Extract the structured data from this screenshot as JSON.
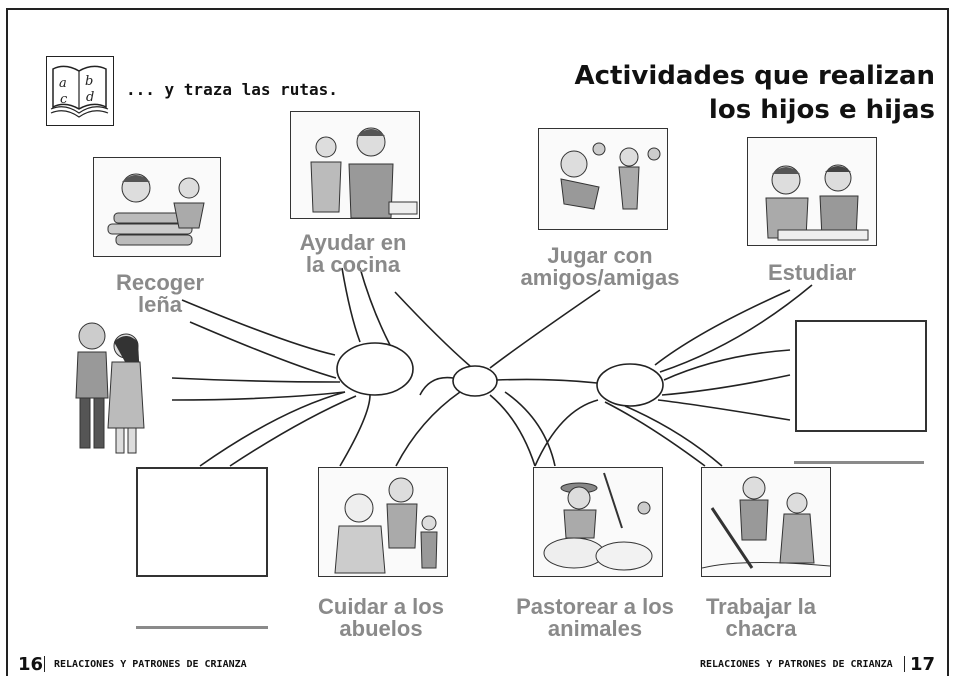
{
  "instruction": "... y traza las rutas.",
  "icon": "book-abcd-icon",
  "title": {
    "line1": "Actividades que realizan",
    "line2": "los hijos e hijas"
  },
  "activities": {
    "recoger": "Recoger leña",
    "cocina": "Ayudar en la cocina",
    "jugar": "Jugar con amigos/amigas",
    "estudiar": "Estudiar",
    "abuelos": "Cuidar a los abuelos",
    "pastorear": "Pastorear a los animales",
    "chacra": "Trabajar la chacra"
  },
  "footer": {
    "left_page": "16",
    "left_text": "RELACIONES Y PATRONES DE CRIANZA",
    "right_text": "RELACIONES Y PATRONES DE CRIANZA",
    "right_page": "17"
  },
  "colors": {
    "label_gray": "#8a8a8a",
    "ink": "#111111"
  }
}
